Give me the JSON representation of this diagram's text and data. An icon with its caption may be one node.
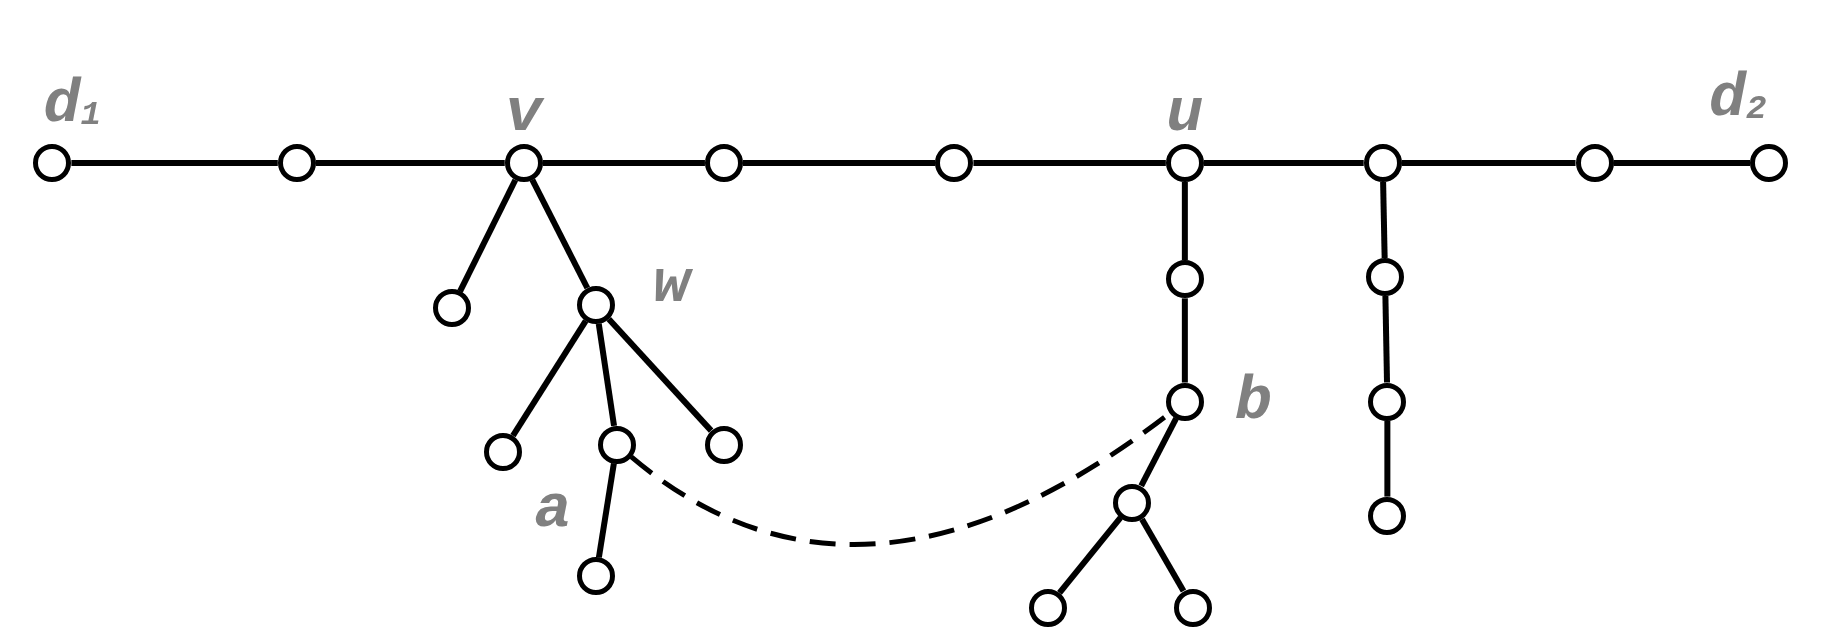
{
  "diagram": {
    "nodes": [
      {
        "text": [],
        "shape": "circle",
        "beside": [
          "d$_{1}$"
        ]
      },
      {
        "text": [],
        "shape": "circle"
      },
      {
        "text": [],
        "shape": "circle",
        "beside": [
          "v"
        ]
      },
      {
        "text": [],
        "shape": "circle"
      },
      {
        "text": [],
        "shape": "circle"
      },
      {
        "text": [],
        "shape": "circle",
        "beside": [
          "u"
        ]
      },
      {
        "text": [],
        "shape": "circle"
      },
      {
        "text": [],
        "shape": "circle"
      },
      {
        "text": [],
        "shape": "circle",
        "beside": [
          "d$_{2}$"
        ]
      },
      {
        "text": [],
        "shape": "circle"
      },
      {
        "text": [],
        "shape": "circle",
        "beside": [
          "w"
        ]
      },
      {
        "text": [],
        "shape": "circle"
      },
      {
        "text": [],
        "shape": "circle"
      },
      {
        "text": [],
        "shape": "circle",
        "beside": [
          "b"
        ]
      },
      {
        "text": [],
        "shape": "circle"
      },
      {
        "text": [],
        "shape": "circle"
      },
      {
        "text": [],
        "shape": "circle",
        "beside": [
          "a"
        ]
      },
      {
        "text": [],
        "shape": "circle"
      },
      {
        "text": [],
        "shape": "circle"
      },
      {
        "text": [],
        "shape": "circle"
      },
      {
        "text": [],
        "shape": "circle"
      },
      {
        "text": [],
        "shape": "circle"
      },
      {
        "text": [],
        "shape": "circle"
      }
    ],
    "edges": [
      {
        "from": 0,
        "to": 1,
        "arrow": "none"
      },
      {
        "from": 1,
        "to": 2,
        "arrow": "none"
      },
      {
        "from": 2,
        "to": 3,
        "arrow": "none"
      },
      {
        "from": 3,
        "to": 4,
        "arrow": "none"
      },
      {
        "from": 4,
        "to": 5,
        "arrow": "none"
      },
      {
        "from": 5,
        "to": 6,
        "arrow": "none"
      },
      {
        "from": 6,
        "to": 7,
        "arrow": "none"
      },
      {
        "from": 7,
        "to": 8,
        "arrow": "none"
      },
      {
        "from": 2,
        "to": 9,
        "arrow": "none"
      },
      {
        "from": 2,
        "to": 10,
        "arrow": "none"
      },
      {
        "from": 10,
        "to": 15,
        "arrow": "none"
      },
      {
        "from": 10,
        "to": 16,
        "arrow": "none"
      },
      {
        "from": 10,
        "to": 17,
        "arrow": "none"
      },
      {
        "from": 16,
        "to": 20,
        "arrow": "none"
      },
      {
        "from": 5,
        "to": 11,
        "arrow": "none"
      },
      {
        "from": 11,
        "to": 13,
        "arrow": "none"
      },
      {
        "from": 13,
        "to": 18,
        "arrow": "none"
      },
      {
        "from": 18,
        "to": 21,
        "arrow": "none"
      },
      {
        "from": 18,
        "to": 22,
        "arrow": "none"
      },
      {
        "from": 6,
        "to": 12,
        "arrow": "none"
      },
      {
        "from": 12,
        "to": 14,
        "arrow": "none"
      },
      {
        "from": 14,
        "to": 19,
        "arrow": "none"
      },
      {
        "from": 16,
        "to": 13,
        "arrow": "none",
        "style": "dashed"
      }
    ]
  }
}
